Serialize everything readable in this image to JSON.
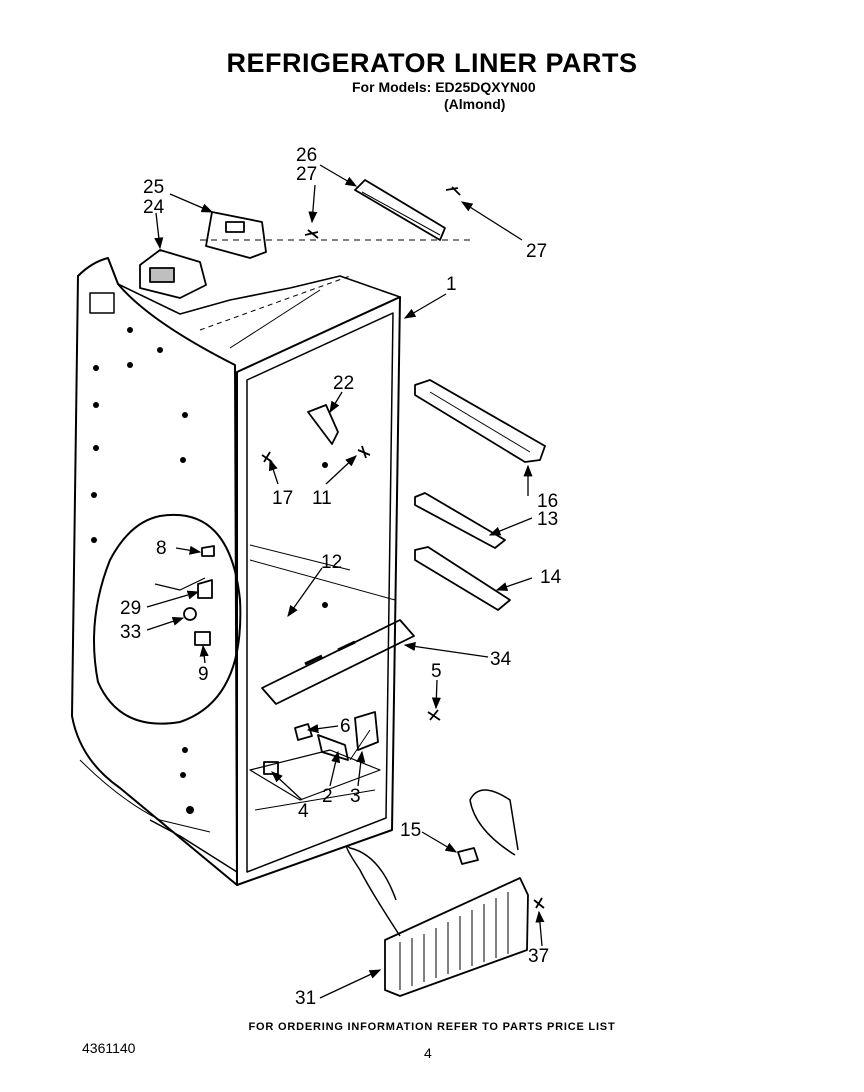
{
  "header": {
    "title": "REFRIGERATOR LINER PARTS",
    "models": "For Models: ED25DQXYN00",
    "color": "(Almond)"
  },
  "callouts": {
    "c1": "1",
    "c2": "2",
    "c3": "3",
    "c4": "4",
    "c5": "5",
    "c6": "6",
    "c8": "8",
    "c9": "9",
    "c11": "11",
    "c12": "12",
    "c13": "13",
    "c14": "14",
    "c15": "15",
    "c16": "16",
    "c17": "17",
    "c22": "22",
    "c24": "24",
    "c25": "25",
    "c26": "26",
    "c27a": "27",
    "c27b": "27",
    "c29": "29",
    "c31": "31",
    "c33": "33",
    "c34": "34",
    "c37": "37"
  },
  "footer": {
    "ordering_note": "FOR ORDERING INFORMATION REFER TO PARTS PRICE LIST",
    "doc_number": "4361140",
    "page_number": "4"
  }
}
